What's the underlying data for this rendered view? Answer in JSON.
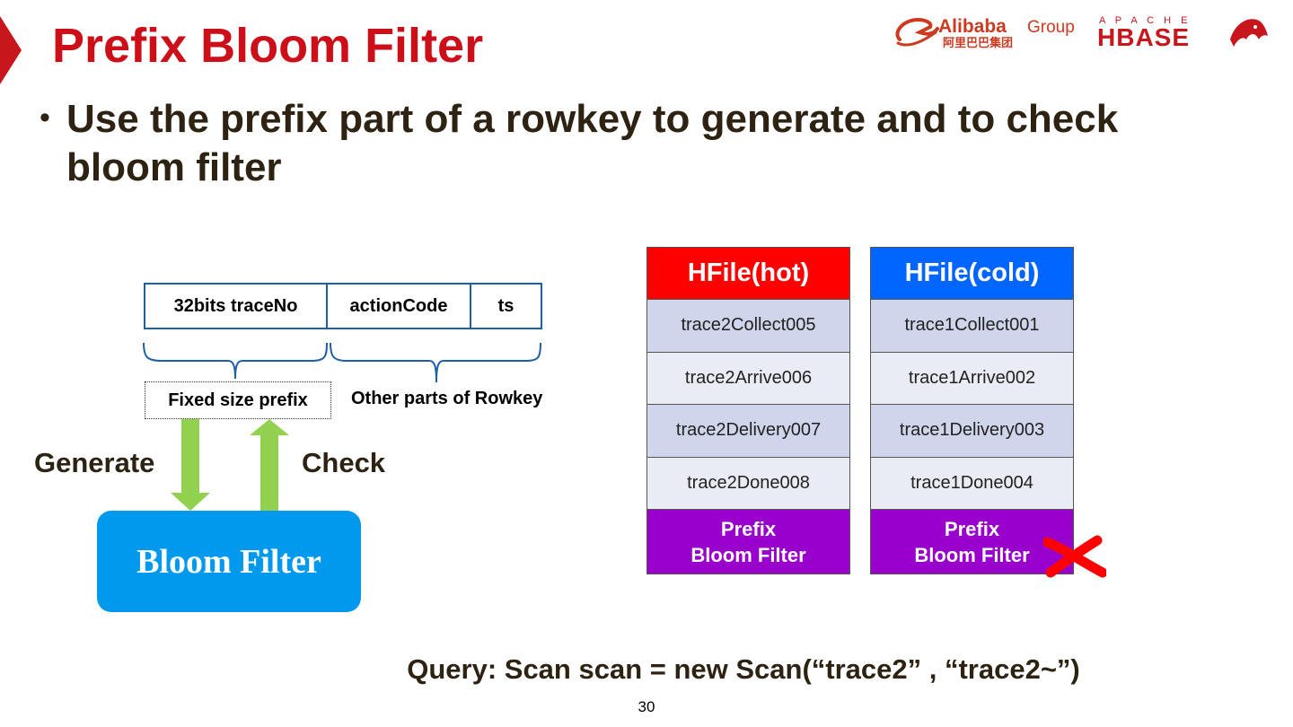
{
  "slide": {
    "title": "Prefix Bloom Filter",
    "bullet_marker": "•",
    "bullet_text": "Use the prefix part of a rowkey to generate and to check bloom filter",
    "page_number": "30"
  },
  "logos": {
    "alibaba": {
      "name": "Alibaba",
      "group": "Group",
      "chinese": "阿里巴巴集团"
    },
    "hbase": {
      "apache": "A P A C H E",
      "name": "HBASE"
    }
  },
  "rowkey": {
    "segments": [
      "32bits traceNo",
      "actionCode",
      "ts"
    ],
    "prefix_label": "Fixed size prefix",
    "other_label": "Other parts of Rowkey"
  },
  "flow": {
    "generate_label": "Generate",
    "check_label": "Check",
    "bloom_label": "Bloom Filter"
  },
  "hfiles": [
    {
      "title": "HFile(hot)",
      "rows": [
        "trace2Collect005",
        "trace2Arrive006",
        "trace2Delivery007",
        "trace2Done008"
      ],
      "footer_line1": "Prefix",
      "footer_line2": "Bloom Filter"
    },
    {
      "title": "HFile(cold)",
      "rows": [
        "trace1Collect001",
        "trace1Arrive002",
        "trace1Delivery003",
        "trace1Done004"
      ],
      "footer_line1": "Prefix",
      "footer_line2": "Bloom Filter"
    }
  ],
  "query": "Query: Scan scan = new Scan(“trace2” , “trace2~”)",
  "colors": {
    "title_red": "#cc0f19",
    "hot_header": "#ff0000",
    "cold_header": "#0066ff",
    "bloom_footer": "#9900cc",
    "bloom_box": "#0099ee",
    "arrow_green": "#92d050",
    "bracket_blue": "#1f5fa6",
    "reject_mark": "#ff0000"
  }
}
